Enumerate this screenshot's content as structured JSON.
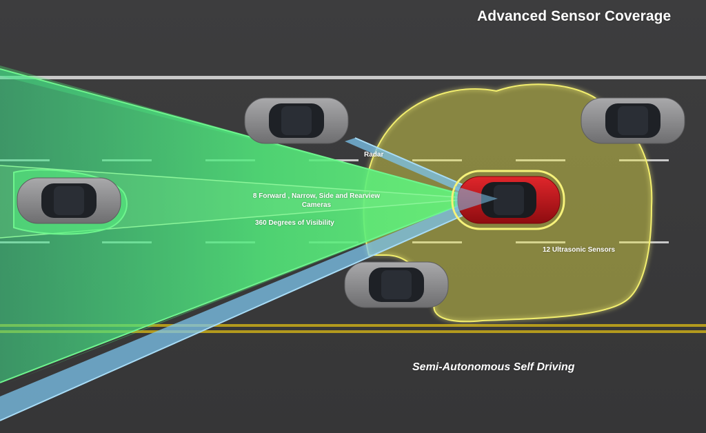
{
  "title": "Advanced Sensor Coverage",
  "subtitle": "Semi-Autonomous Self Driving",
  "labels": {
    "radar": "Radar",
    "cameras": "8 Forward , Narrow, Side and Rearview Cameras",
    "visibility": "360 Degrees of Visibility",
    "ultrasonic": "12 Ultrasonic Sensors"
  },
  "colors": {
    "road": "#3a3a3b",
    "camera_cone": "#4ee87e",
    "radar_beam": "#7cc4ec",
    "ultrasonic_zone": "#e6e24a",
    "ego_car": "#c8161b",
    "other_cars": "#8e8e90",
    "center_line": "#b39a1d",
    "lane_markings": "#c8c8c8"
  }
}
